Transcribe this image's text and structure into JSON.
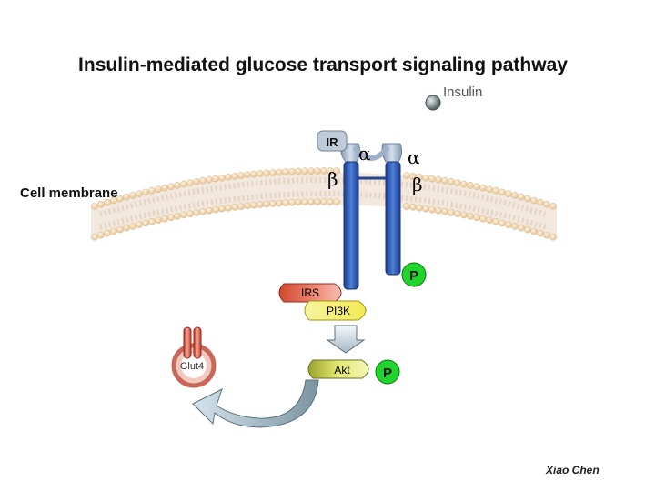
{
  "title": "Insulin-mediated glucose transport signaling pathway",
  "labels": {
    "insulin": "Insulin",
    "cell_membrane": "Cell membrane",
    "ir": "IR",
    "alpha_left": "α",
    "alpha_right": "α",
    "beta_left": "β",
    "beta_right": "β",
    "irs": "IRS",
    "pi3k": "PI3K",
    "glut4": "Glut4",
    "akt": "Akt",
    "p_receptor": "P",
    "p_akt": "P"
  },
  "signature": "Xiao Chen",
  "colors": {
    "membrane_head": "#f2d7b3",
    "receptor_blue": "#2f55b0",
    "receptor_top": "#a9b8cc",
    "irs_red": "#e8745f",
    "pi3k_yellow": "#f7f27a",
    "akt_green": "#d4da5a",
    "phospho_green": "#1fd42a",
    "glut4_red": "#e38d7f",
    "insulin_gray": "#7f8f8f"
  }
}
